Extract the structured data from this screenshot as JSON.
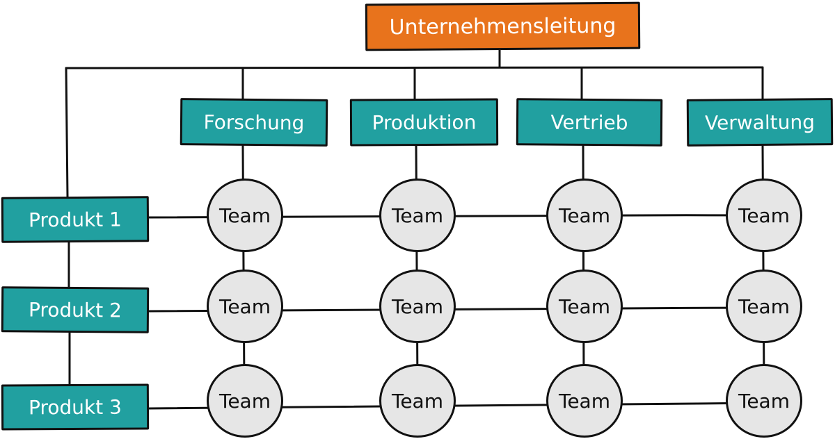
{
  "colors": {
    "top_fill": "#e8731c",
    "box_fill": "#21a0a0",
    "team_fill": "#e6e6e6",
    "line": "#111111",
    "box_text": "#ffffff",
    "team_text": "#111111"
  },
  "top": {
    "label": "Unternehmensleitung"
  },
  "departments": [
    {
      "label": "Forschung"
    },
    {
      "label": "Produktion"
    },
    {
      "label": "Vertrieb"
    },
    {
      "label": "Verwaltung"
    }
  ],
  "products": [
    {
      "label": "Produkt 1"
    },
    {
      "label": "Produkt 2"
    },
    {
      "label": "Produkt 3"
    }
  ],
  "team_label": "Team"
}
